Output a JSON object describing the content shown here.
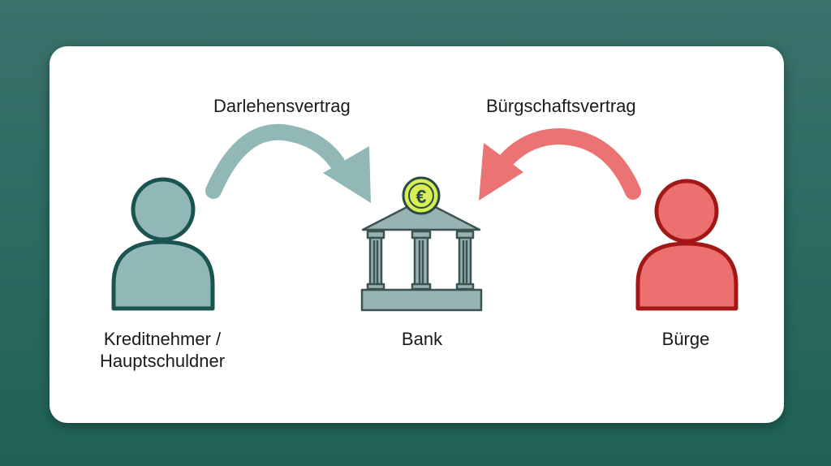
{
  "labels": {
    "loan_contract": "Darlehensvertrag",
    "guarantee_contract": "Bürgschaftsvertrag",
    "borrower_line1": "Kreditnehmer /",
    "borrower_line2": "Hauptschuldner",
    "bank": "Bank",
    "guarantor": "Bürge",
    "currency_symbol": "€"
  },
  "colors": {
    "borrower_fill": "#92b7b7",
    "borrower_stroke": "#1a5450",
    "loan_arrow": "#92b7b7",
    "guarantor_fill": "#ed7070",
    "guarantor_stroke": "#a31717",
    "guarantee_arrow": "#ec7373",
    "bank_fill": "#97b3b3",
    "coin_fill": "#d8ee55"
  }
}
